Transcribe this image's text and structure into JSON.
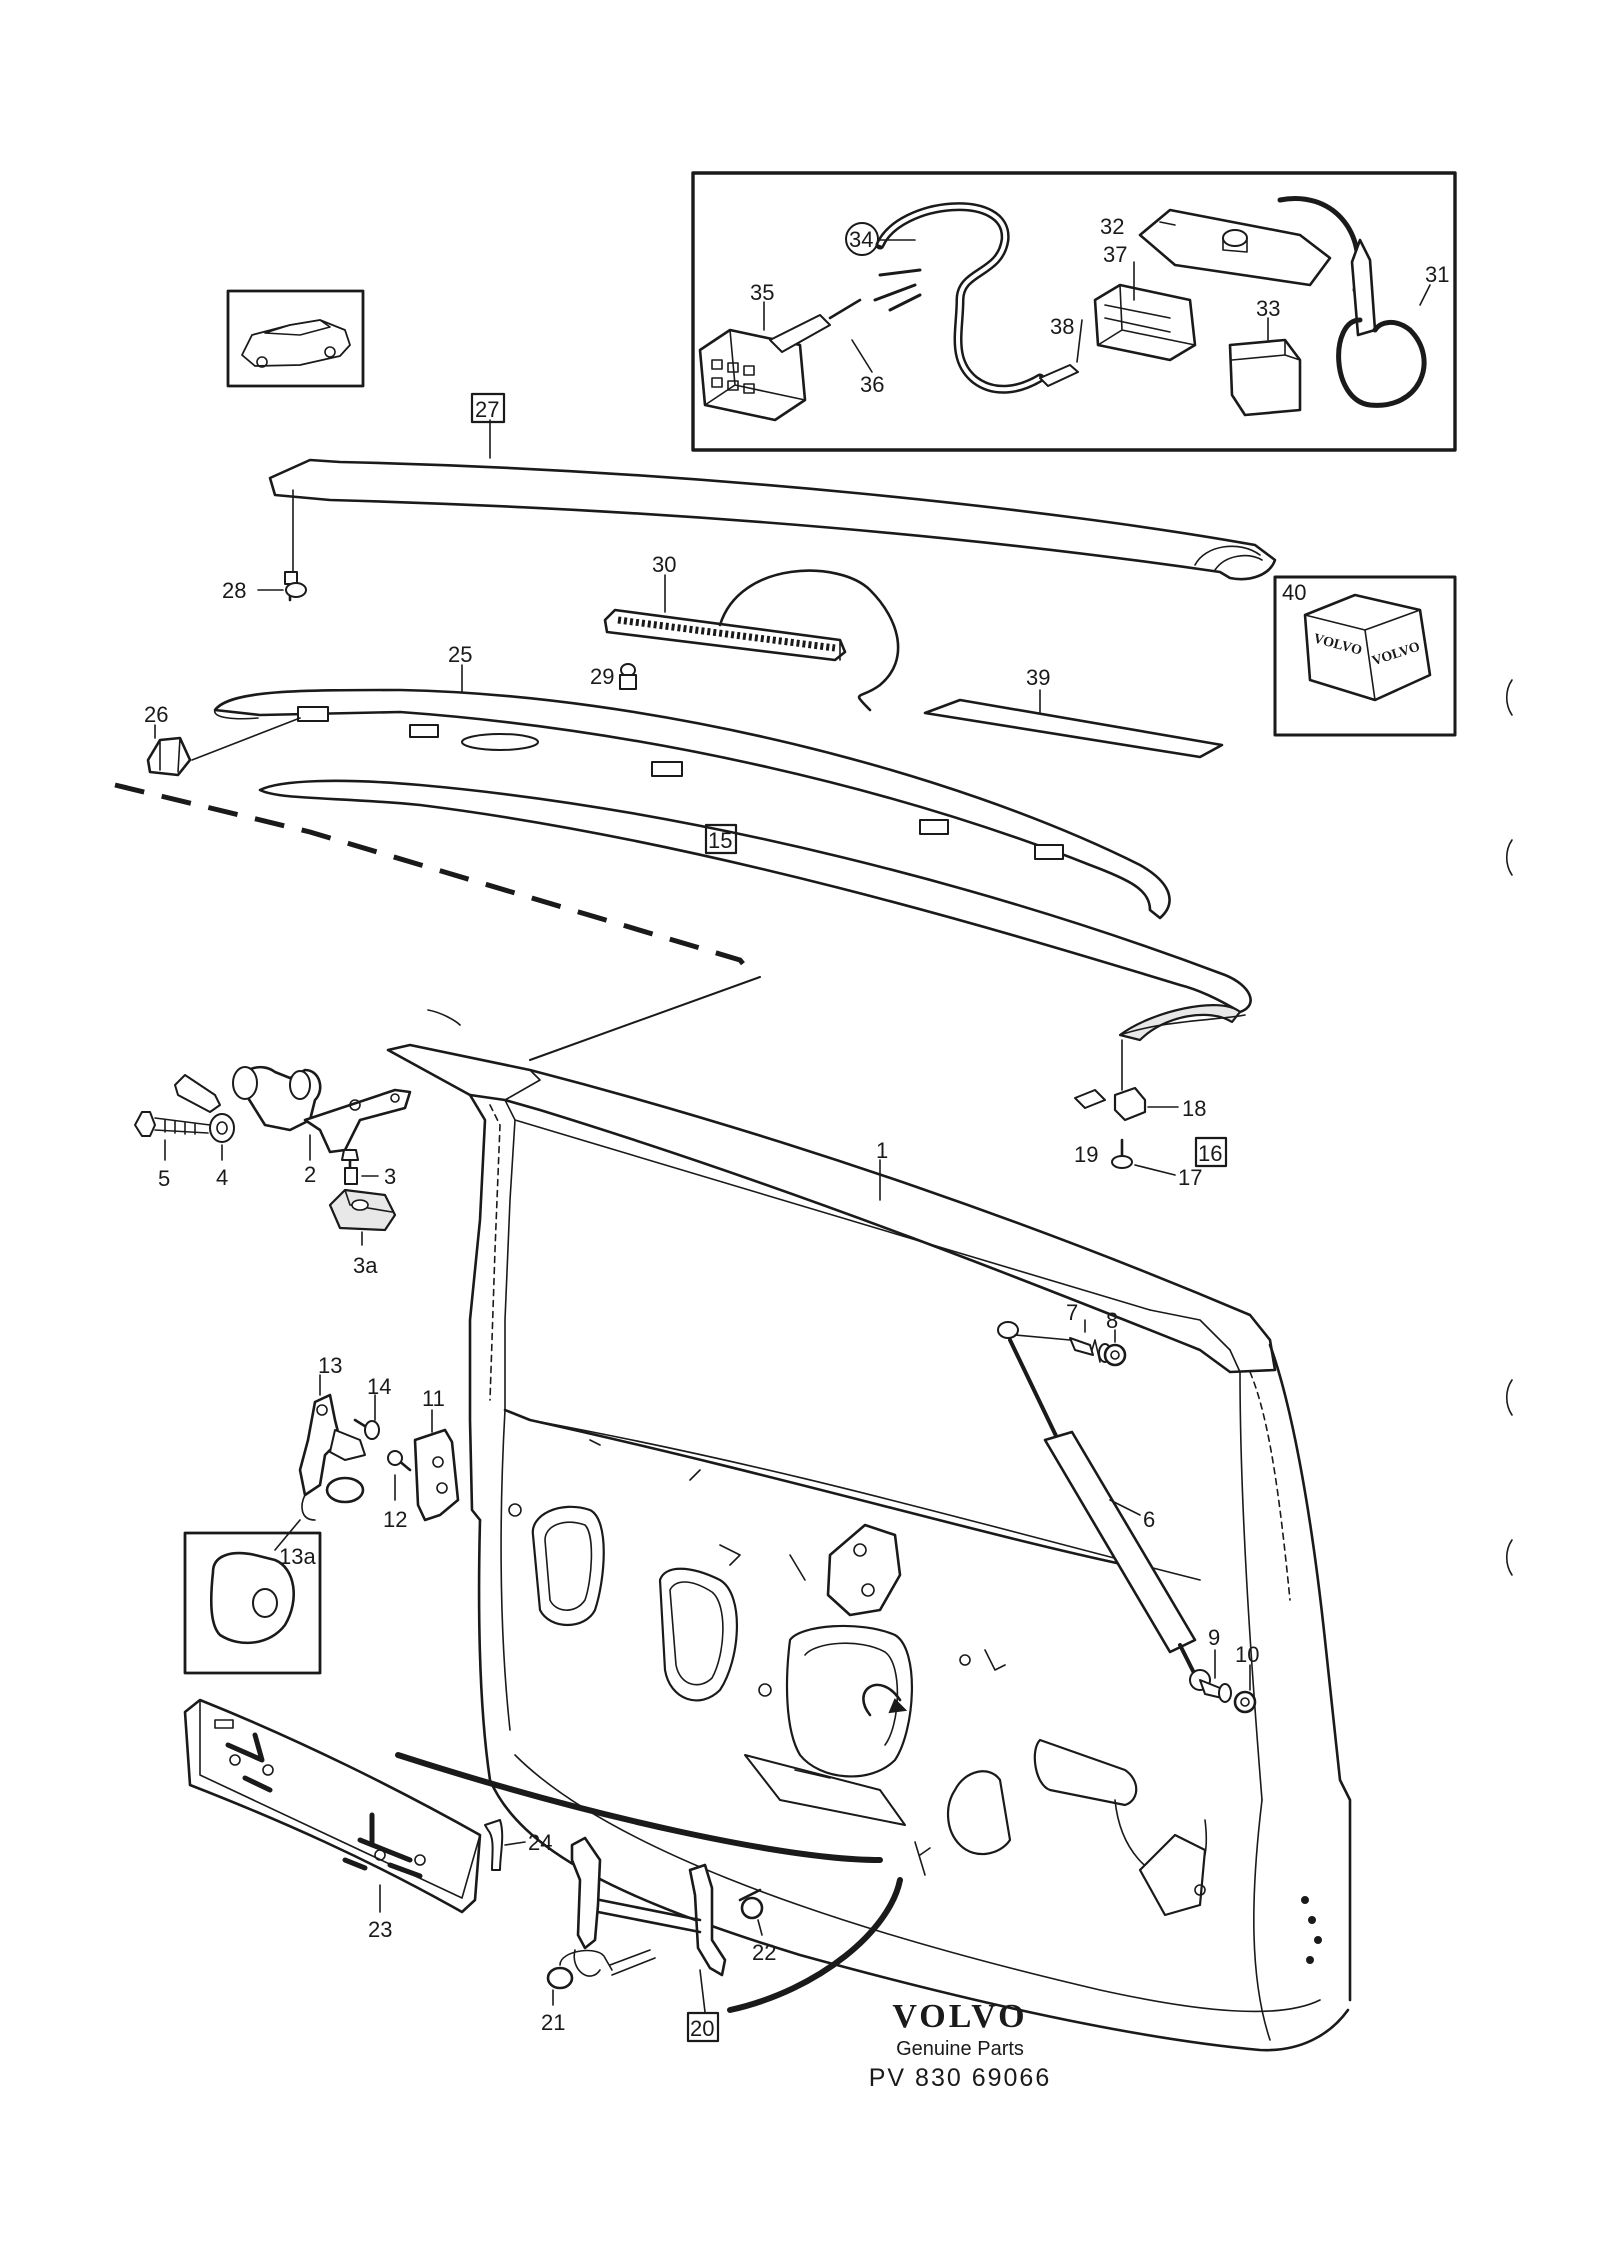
{
  "callouts": {
    "c1": "1",
    "c2": "2",
    "c3": "3",
    "c3a": "3a",
    "c4": "4",
    "c5": "5",
    "c6": "6",
    "c7": "7",
    "c8": "8",
    "c9": "9",
    "c10": "10",
    "c11": "11",
    "c12": "12",
    "c13": "13",
    "c13a": "13a",
    "c14": "14",
    "c15": "15",
    "c16": "16",
    "c17": "17",
    "c18": "18",
    "c19": "19",
    "c20": "20",
    "c21": "21",
    "c22": "22",
    "c23": "23",
    "c24": "24",
    "c25": "25",
    "c26": "26",
    "c27": "27",
    "c28": "28",
    "c29": "29",
    "c30": "30",
    "c31": "31",
    "c32": "32",
    "c33": "33",
    "c34": "34",
    "c35": "35",
    "c36": "36",
    "c37": "37",
    "c38": "38",
    "c39": "39",
    "c40": "40"
  },
  "box_text": {
    "left": "VOLVO",
    "right": "VOLVO"
  },
  "brand": {
    "logo": "VOLVO",
    "subtitle": "Genuine Parts",
    "code": "PV 830 69066"
  }
}
